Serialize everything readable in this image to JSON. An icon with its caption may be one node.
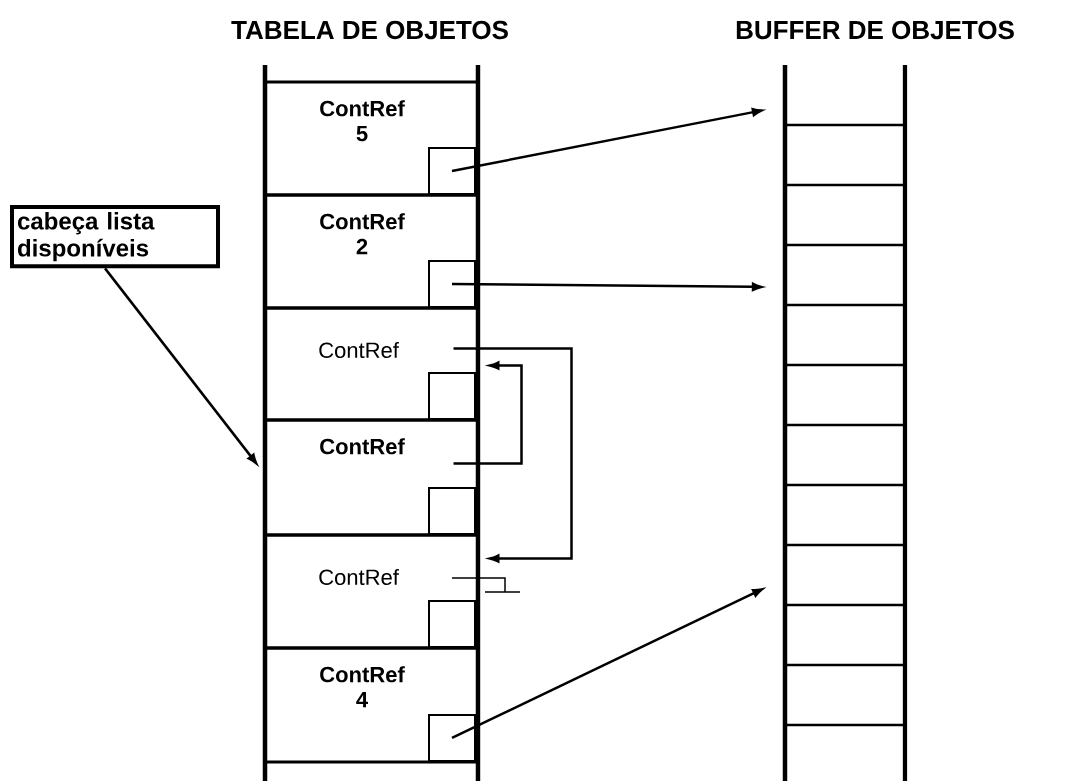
{
  "diagram": {
    "nodes": [
      {
        "text": [
          "TABELA DE OBJETOS"
        ]
      },
      {
        "text": [
          "ContRef 5"
        ],
        "in": 0
      },
      {
        "text": [],
        "shape": "box",
        "in": 1
      },
      {
        "text": [
          "ContRef 2"
        ],
        "in": 0
      },
      {
        "text": [],
        "shape": "box",
        "in": 3
      },
      {
        "text": [
          "ContRef"
        ],
        "in": 0
      },
      {
        "text": [],
        "shape": "box",
        "in": 5
      },
      {
        "text": [
          "ContRef"
        ],
        "in": 0
      },
      {
        "text": [],
        "shape": "box",
        "in": 7
      },
      {
        "text": [
          "ContRef"
        ],
        "in": 0
      },
      {
        "text": [],
        "shape": "box",
        "in": 9
      },
      {
        "text": [
          "ContRef 4"
        ],
        "in": 0
      },
      {
        "text": [],
        "shape": "box",
        "in": 11
      },
      {
        "text": [
          "BUFFER DE OBJETOS"
        ]
      },
      {
        "text": [],
        "shape": "box",
        "in": 13
      },
      {
        "text": [],
        "shape": "box",
        "in": 13
      },
      {
        "text": [],
        "shape": "box",
        "in": 13
      },
      {
        "text": [],
        "shape": "box",
        "in": 13
      },
      {
        "text": [],
        "shape": "box",
        "in": 13
      },
      {
        "text": [],
        "shape": "box",
        "in": 13
      },
      {
        "text": [],
        "shape": "box",
        "in": 13
      },
      {
        "text": [],
        "shape": "box",
        "in": 13
      },
      {
        "text": [],
        "shape": "box",
        "in": 13
      },
      {
        "text": [],
        "shape": "box",
        "in": 13
      },
      {
        "text": [],
        "shape": "box",
        "in": 13
      },
      {
        "text": [],
        "shape": "box",
        "in": 13
      },
      {
        "text": [
          "cabeça lista disponíveis"
        ]
      }
    ],
    "edges": [
      {
        "from": 2,
        "to": 14,
        "arrow": "to"
      },
      {
        "from": 4,
        "to": 17,
        "arrow": "to"
      },
      {
        "from": 12,
        "to": 22,
        "arrow": "to"
      },
      {
        "from": 26,
        "to": 7,
        "arrow": "to"
      },
      {
        "from": 5,
        "to": 9,
        "arrow": "to"
      },
      {
        "from": 7,
        "to": 5,
        "arrow": "to"
      }
    ]
  }
}
